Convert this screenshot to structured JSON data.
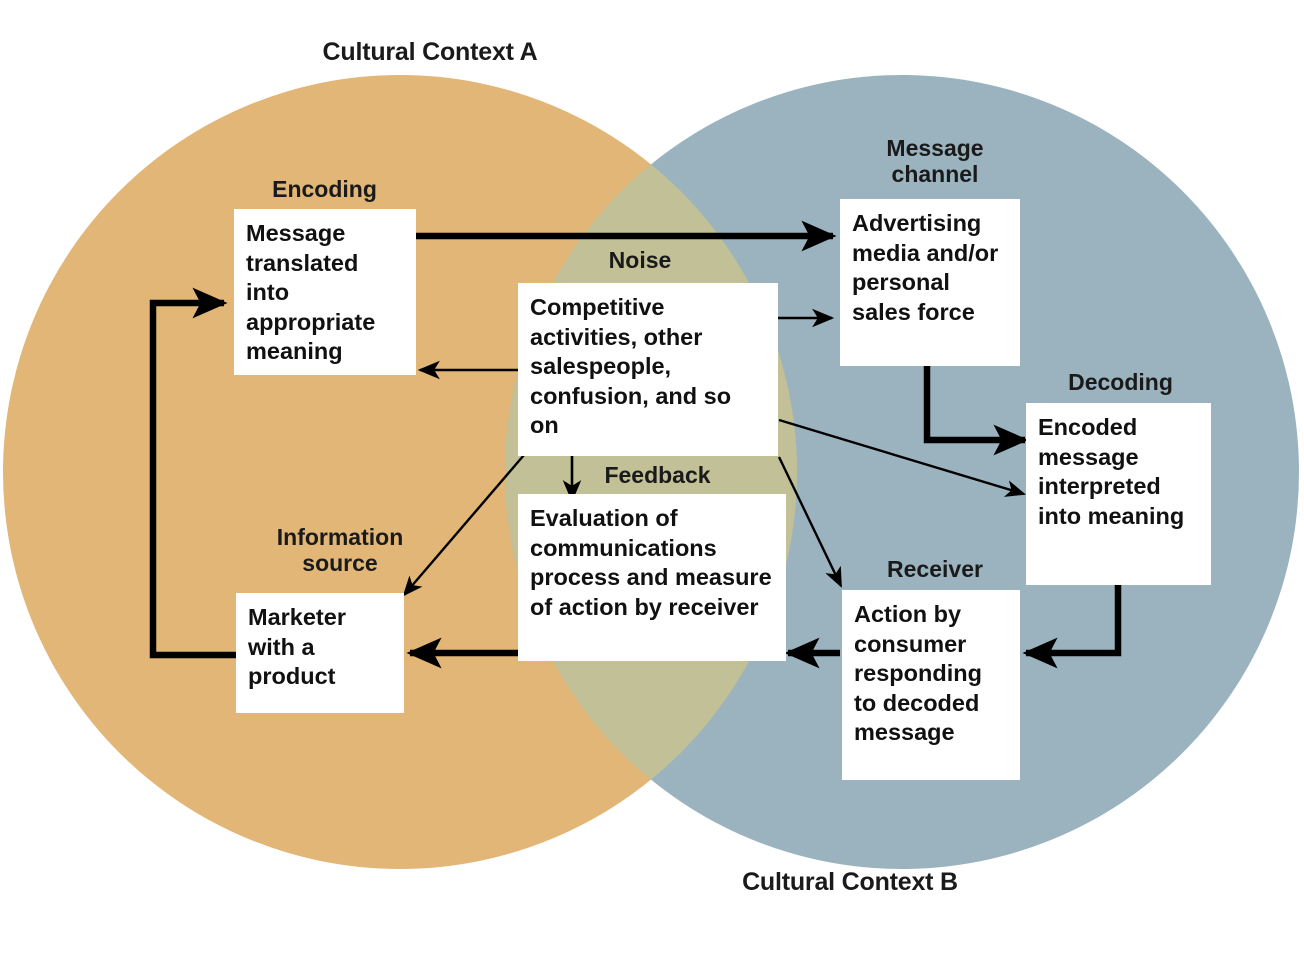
{
  "diagram": {
    "title_a": "Cultural Context A",
    "title_b": "Cultural Context B",
    "colors": {
      "context_a": "#e2b676",
      "context_b": "#9ab3bf",
      "overlap": "#c2c096",
      "box_fill": "#ffffff",
      "text": "#111111",
      "arrow": "#000000"
    },
    "captions": {
      "encoding": "Encoding",
      "message_channel": "Message\nchannel",
      "noise": "Noise",
      "decoding": "Decoding",
      "information_source": "Information\nsource",
      "feedback": "Feedback",
      "receiver": "Receiver"
    },
    "boxes": {
      "encoding": "Message translated into appropriate meaning",
      "message_channel": "Advertising media and/or personal sales force",
      "noise": "Competitive activities, other salespeople, confusion, and so on",
      "decoding": "Encoded message interpreted into meaning",
      "information_source": "Marketer with a product",
      "feedback": "Evaluation of communications process and measure of action by receiver",
      "receiver": "Action by consumer responding to decoded message"
    }
  }
}
